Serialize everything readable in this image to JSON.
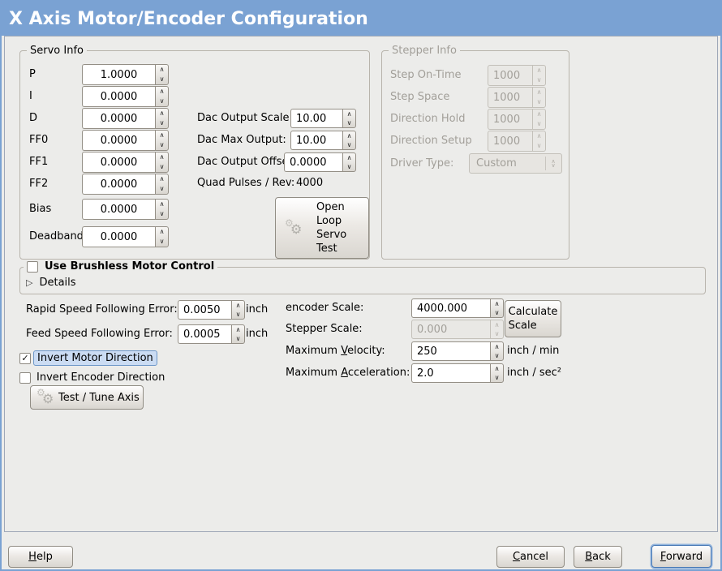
{
  "window": {
    "title": "X Axis Motor/Encoder Configuration"
  },
  "colors": {
    "titlebar_blue": "#7aa2d3",
    "panel_bg": "#ececea",
    "focus_highlight": "#cbdcf3",
    "focus_border": "#6d97c8"
  },
  "icons": {
    "spin_up": "∧",
    "spin_down": "∨",
    "expander": "▷",
    "checkmark": "✓",
    "gear": "⚙"
  },
  "servo": {
    "legend": "Servo Info",
    "rows": [
      {
        "label": "P",
        "value": "1.0000"
      },
      {
        "label": "I",
        "value": "0.0000"
      },
      {
        "label": "D",
        "value": "0.0000"
      },
      {
        "label": "FF0",
        "value": "0.0000"
      },
      {
        "label": "FF1",
        "value": "0.0000"
      },
      {
        "label": "FF2",
        "value": "0.0000"
      },
      {
        "label": "Bias",
        "value": "0.0000"
      },
      {
        "label": "Deadband",
        "value": "0.0000"
      }
    ],
    "dac_rows": [
      {
        "label": "Dac Output Scale:",
        "value": "10.00"
      },
      {
        "label": "Dac Max Output:",
        "value": "10.00"
      },
      {
        "label": "Dac Output Offset:",
        "value": "0.0000"
      }
    ],
    "quad": {
      "label": "Quad Pulses / Rev:",
      "value": "4000"
    },
    "open_loop": {
      "lines": [
        "Open",
        "Loop",
        "Servo",
        "Test"
      ]
    }
  },
  "stepper": {
    "legend": "Stepper Info",
    "rows": [
      {
        "label": "Step On-Time",
        "value": "1000"
      },
      {
        "label": "Step Space",
        "value": "1000"
      },
      {
        "label": "Direction Hold",
        "value": "1000"
      },
      {
        "label": "Direction Setup",
        "value": "1000"
      }
    ],
    "driver": {
      "label": "Driver Type:",
      "value": "Custom"
    }
  },
  "brushless": {
    "label": "Use Brushless Motor Control",
    "details": "Details"
  },
  "following": {
    "rapid": {
      "label": "Rapid Speed Following Error:",
      "value": "0.0050",
      "unit": "inch"
    },
    "feed": {
      "label": "Feed Speed Following Error:",
      "value": "0.0005",
      "unit": "inch"
    }
  },
  "toggles": {
    "invert_motor": {
      "label": "Invert Motor Direction",
      "checked": true
    },
    "invert_encoder": {
      "label": "Invert Encoder Direction",
      "checked": false
    }
  },
  "test_tune": {
    "label": "Test / Tune Axis"
  },
  "scales": {
    "encoder": {
      "label": "encoder Scale:",
      "value": "4000.000"
    },
    "stepper": {
      "label": "Stepper Scale:",
      "value": "0.000"
    },
    "velocity": {
      "label_pre": "Maximum ",
      "label_mn": "V",
      "label_post": "elocity:",
      "value": "250",
      "unit": "inch / min"
    },
    "accel": {
      "label_pre": "Maximum ",
      "label_mn": "A",
      "label_post": "cceleration:",
      "value": "2.0",
      "unit": "inch / sec²"
    },
    "calculate": {
      "lines": [
        "Calculate",
        "Scale"
      ]
    }
  },
  "footer": {
    "help": {
      "mn": "H",
      "rest": "elp"
    },
    "cancel": {
      "mn": "C",
      "rest": "ancel"
    },
    "back": {
      "mn": "B",
      "rest": "ack"
    },
    "forward": {
      "mn": "F",
      "rest": "orward"
    }
  }
}
